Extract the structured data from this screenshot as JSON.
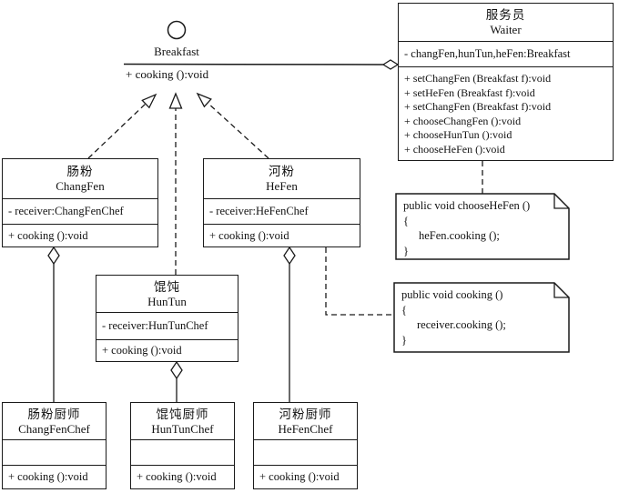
{
  "colors": {
    "line": "#1a1a1a",
    "background": "#ffffff"
  },
  "interface": {
    "name": "Breakfast",
    "method": "+ cooking ():void"
  },
  "classes": {
    "waiter": {
      "name_cn": "服务员",
      "name_en": "Waiter",
      "attributes": [
        "- changFen,hunTun,heFen:Breakfast"
      ],
      "methods": [
        "+ setChangFen (Breakfast f):void",
        "+ setHeFen (Breakfast f):void",
        "+ setChangFen (Breakfast f):void",
        "+ chooseChangFen ():void",
        "+ chooseHunTun ():void",
        "+ chooseHeFen ():void"
      ]
    },
    "changfen": {
      "name_cn": "肠粉",
      "name_en": "ChangFen",
      "attributes": [
        "- receiver:ChangFenChef"
      ],
      "methods": [
        "+ cooking ():void"
      ]
    },
    "hefen": {
      "name_cn": "河粉",
      "name_en": "HeFen",
      "attributes": [
        "- receiver:HeFenChef"
      ],
      "methods": [
        "+ cooking ():void"
      ]
    },
    "huntun": {
      "name_cn": "馄饨",
      "name_en": "HunTun",
      "attributes": [
        "- receiver:HunTunChef"
      ],
      "methods": [
        "+ cooking ():void"
      ]
    },
    "changfenchef": {
      "name_cn": "肠粉厨师",
      "name_en": "ChangFenChef",
      "attributes": [],
      "methods": [
        "+ cooking ():void"
      ]
    },
    "huntunchef": {
      "name_cn": "馄饨厨师",
      "name_en": "HunTunChef",
      "attributes": [],
      "methods": [
        "+ cooking ():void"
      ]
    },
    "hefenchef": {
      "name_cn": "河粉厨师",
      "name_en": "HeFenChef",
      "attributes": [],
      "methods": [
        "+ cooking ():void"
      ]
    }
  },
  "notes": {
    "choose_hefen": {
      "lines": [
        "public void chooseHeFen ()",
        "{",
        "heFen.cooking ();",
        "}"
      ]
    },
    "cooking": {
      "lines": [
        "public void cooking ()",
        "{",
        "receiver.cooking ();",
        "}"
      ]
    }
  },
  "relationships": [
    {
      "type": "realization",
      "from": "ChangFen",
      "to": "Breakfast",
      "style": "dashed, open triangle arrow"
    },
    {
      "type": "realization",
      "from": "HunTun",
      "to": "Breakfast",
      "style": "dashed, open triangle arrow"
    },
    {
      "type": "realization",
      "from": "HeFen",
      "to": "Breakfast",
      "style": "dashed, open triangle arrow"
    },
    {
      "type": "aggregation",
      "from": "Breakfast",
      "to": "Waiter",
      "style": "solid, open diamond at Waiter"
    },
    {
      "type": "aggregation",
      "from": "ChangFenChef",
      "to": "ChangFen",
      "style": "solid, open diamond at ChangFen"
    },
    {
      "type": "aggregation",
      "from": "HunTunChef",
      "to": "HunTun",
      "style": "solid, open diamond at HunTun"
    },
    {
      "type": "aggregation",
      "from": "HeFenChef",
      "to": "HeFen",
      "style": "solid, open diamond at HeFen"
    },
    {
      "type": "note-anchor",
      "from": "Waiter",
      "to": "note choose_hefen",
      "style": "dashed"
    },
    {
      "type": "note-anchor",
      "from": "HeFen",
      "to": "note cooking",
      "style": "dashed"
    }
  ]
}
